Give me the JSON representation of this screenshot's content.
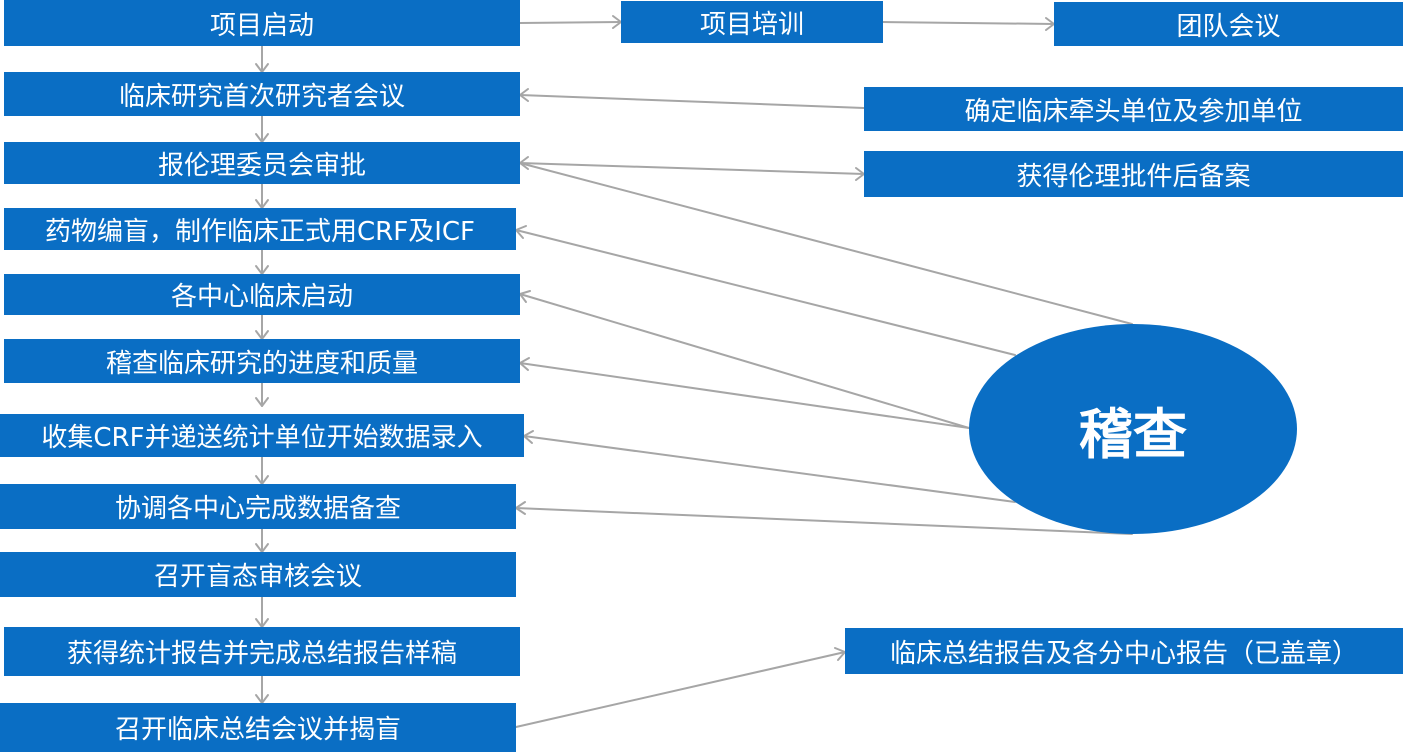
{
  "colors": {
    "box": "#0A6EC4",
    "arrow": "#A6A6A6",
    "text": "#FFFFFF"
  },
  "main_steps": [
    "项目启动",
    "临床研究首次研究者会议",
    "报伦理委员会审批",
    "药物编盲，制作临床正式用CRF及ICF",
    "各中心临床启动",
    "稽查临床研究的进度和质量",
    "收集CRF并递送统计单位开始数据录入",
    "协调各中心完成数据备查",
    "召开盲态审核会议",
    "获得统计报告并完成总结报告样稿",
    "召开临床总结会议并揭盲"
  ],
  "side_boxes": {
    "training": "项目培训",
    "team_meeting": "团队会议",
    "lead_unit": "确定临床牵头单位及参加单位",
    "ethics_filing": "获得伦理批件后备案",
    "summary_report": "临床总结报告及各分中心报告（已盖章）"
  },
  "audit": {
    "label": "稽查"
  }
}
